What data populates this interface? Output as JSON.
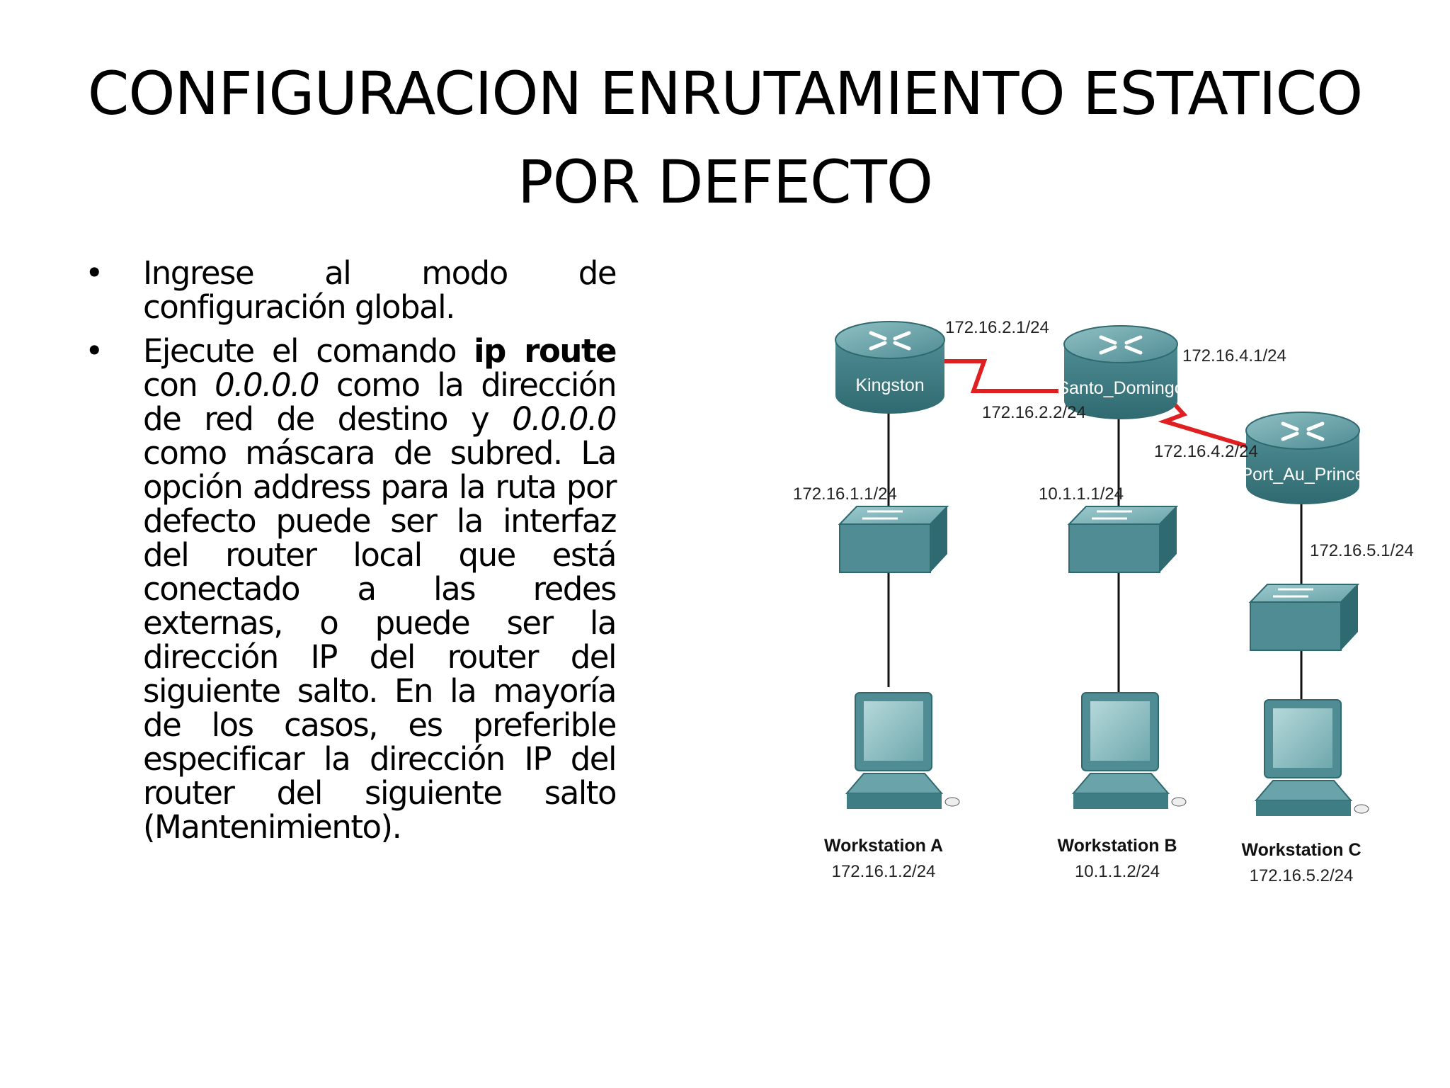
{
  "title": {
    "line1": "CONFIGURACION ENRUTAMIENTO ESTATICO",
    "line2": "POR DEFECTO"
  },
  "bullets": [
    {
      "text": "Ingrese al modo de configuración global."
    },
    {
      "part1": "Ejecute el comando ",
      "bold": "ip route",
      "part2": " con ",
      "italic1": "0.0.0.0",
      "part3": " como la dirección de red de destino y ",
      "italic2": "0.0.0.0",
      "part4": " como máscara de subred. La opción address para la ruta por defecto puede ser la interfaz del router local que está conectado a las redes externas, o puede ser la dirección IP del router del siguiente salto. En la mayoría de los casos, es preferible especificar la dirección IP del router del siguiente salto (Mantenimiento)."
    }
  ],
  "diagram": {
    "routers": {
      "kingston": "Kingston",
      "santo_domingo": "Santo_Domingo",
      "port_au_prince": "Port_Au_Prince"
    },
    "links": {
      "k_serial": "172.16.2.1/24",
      "sd_serial_k": "172.16.2.2/24",
      "sd_serial_p": "172.16.4.1/24",
      "p_serial": "172.16.4.2/24",
      "k_lan": "172.16.1.1/24",
      "sd_lan": "10.1.1.1/24",
      "p_lan": "172.16.5.1/24"
    },
    "workstations": [
      {
        "name": "Workstation A",
        "ip": "172.16.1.2/24"
      },
      {
        "name": "Workstation B",
        "ip": "10.1.1.2/24"
      },
      {
        "name": "Workstation C",
        "ip": "172.16.5.2/24"
      }
    ],
    "colors": {
      "device": "#4f8c93",
      "device_dark": "#2f6a70",
      "serial_link": "#e02020"
    }
  }
}
